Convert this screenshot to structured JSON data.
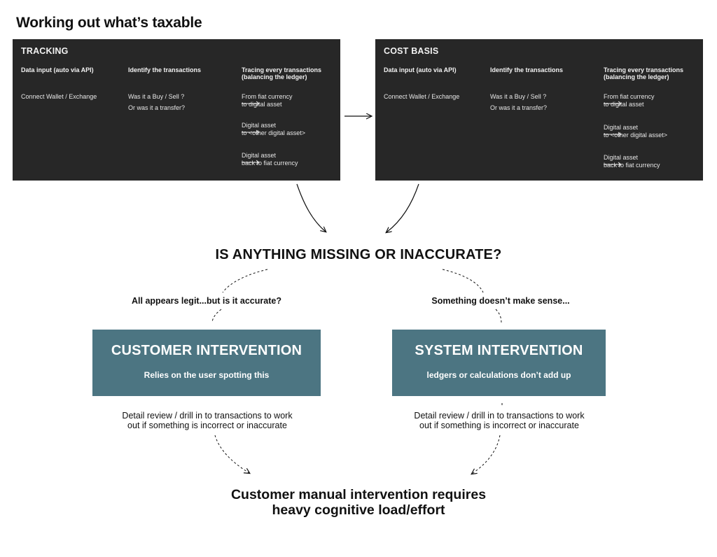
{
  "title": "Working out what’s taxable",
  "panels": {
    "tracking": {
      "title": "TRACKING",
      "col1_head": "Data input (auto via API)",
      "col1_text": "Connect Wallet / Exchange",
      "col2_head": "Identify the transactions",
      "col2_line1": "Was it a Buy / Sell ?",
      "col2_line2": "Or was it a transfer?",
      "col3_head_line1": "Tracing every transactions",
      "col3_head_line2": "(balancing the ledger)",
      "flow1_from": "From fiat currency",
      "flow1_to": "to digital asset",
      "flow2_from": "Digital asset",
      "flow2_to": "to <other digital asset>",
      "flow3_from": "Digital asset",
      "flow3_to": "back to fiat currency"
    },
    "cost_basis": {
      "title": "COST BASIS",
      "col1_head": "Data input (auto via API)",
      "col1_text": "Connect Wallet / Exchange",
      "col2_head": "Identify the transactions",
      "col2_line1": "Was it a Buy / Sell ?",
      "col2_line2": "Or was it a transfer?",
      "col3_head_line1": "Tracing every transactions",
      "col3_head_line2": "(balancing the ledger)",
      "flow1_from": "From fiat currency",
      "flow1_to": "to digital asset",
      "flow2_from": "Digital asset",
      "flow2_to": "to <other digital asset>",
      "flow3_from": "Digital asset",
      "flow3_to": "back to fiat currency"
    }
  },
  "question": "IS ANYTHING MISSING OR INACCURATE?",
  "branches": {
    "left_label": "All appears legit...but is it accurate?",
    "right_label": "Something doesn’t make sense..."
  },
  "boxes": {
    "customer": {
      "title": "CUSTOMER INTERVENTION",
      "subtitle": "Relies on the user spotting this"
    },
    "system": {
      "title": "SYSTEM INTERVENTION",
      "subtitle": "ledgers or calculations don’t add up"
    }
  },
  "details": {
    "left_line1": "Detail review / drill in to transactions to work",
    "left_line2": "out if something is incorrect or inaccurate",
    "right_line1": "Detail review / drill in to transactions to work",
    "right_line2": "out if something is incorrect or inaccurate"
  },
  "conclusion": {
    "line1": "Customer manual intervention requires",
    "line2": "heavy cognitive load/effort"
  },
  "colors": {
    "panel_bg": "#272727",
    "box_bg": "#4c7582"
  }
}
